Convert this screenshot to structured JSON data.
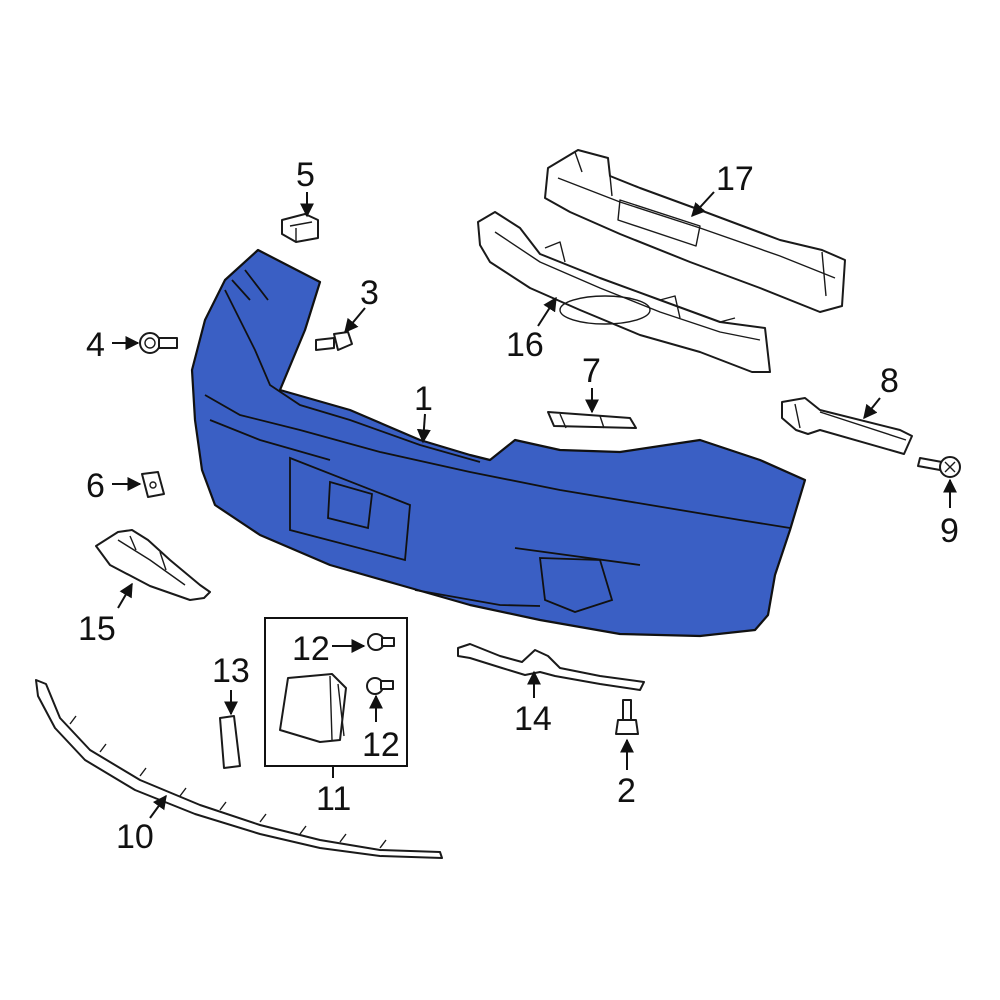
{
  "diagram": {
    "accent_color": "#3a5fc4",
    "callouts": [
      {
        "id": "c1",
        "label": "1"
      },
      {
        "id": "c2",
        "label": "2"
      },
      {
        "id": "c3",
        "label": "3"
      },
      {
        "id": "c4",
        "label": "4"
      },
      {
        "id": "c5",
        "label": "5"
      },
      {
        "id": "c6",
        "label": "6"
      },
      {
        "id": "c7",
        "label": "7"
      },
      {
        "id": "c8",
        "label": "8"
      },
      {
        "id": "c9",
        "label": "9"
      },
      {
        "id": "c10",
        "label": "10"
      },
      {
        "id": "c11",
        "label": "11"
      },
      {
        "id": "c12a",
        "label": "12"
      },
      {
        "id": "c12b",
        "label": "12"
      },
      {
        "id": "c13",
        "label": "13"
      },
      {
        "id": "c14",
        "label": "14"
      },
      {
        "id": "c15",
        "label": "15"
      },
      {
        "id": "c16",
        "label": "16"
      },
      {
        "id": "c17",
        "label": "17"
      }
    ]
  }
}
